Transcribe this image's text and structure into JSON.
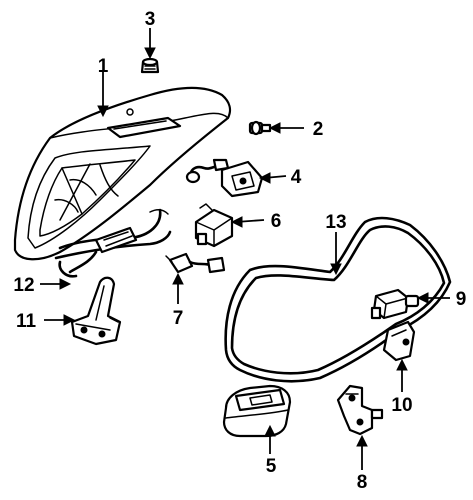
{
  "callouts": [
    {
      "id": "1",
      "part": "trunk-lid"
    },
    {
      "id": "2",
      "part": "bumper-stop"
    },
    {
      "id": "3",
      "part": "bolt"
    },
    {
      "id": "4",
      "part": "latch"
    },
    {
      "id": "5",
      "part": "lamp"
    },
    {
      "id": "6",
      "part": "actuator"
    },
    {
      "id": "7",
      "part": "release-cable-switch"
    },
    {
      "id": "8",
      "part": "lower-bracket"
    },
    {
      "id": "9",
      "part": "lock-cylinder-actuator"
    },
    {
      "id": "10",
      "part": "striker"
    },
    {
      "id": "11",
      "part": "hinge"
    },
    {
      "id": "12",
      "part": "torsion-bar"
    },
    {
      "id": "13",
      "part": "weatherstrip"
    }
  ],
  "colors": {
    "ink": "#000000",
    "paper": "#ffffff"
  }
}
